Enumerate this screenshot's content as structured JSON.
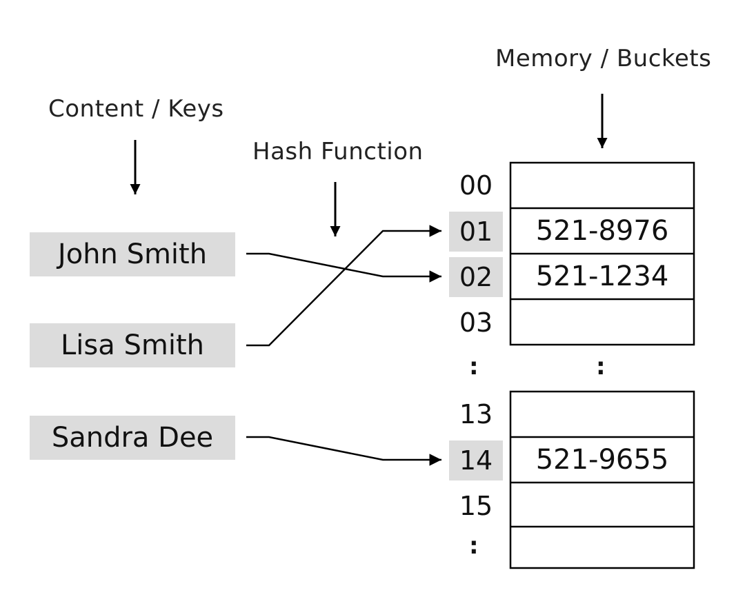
{
  "headers": {
    "keys": "Content / Keys",
    "hash": "Hash Function",
    "buckets": "Memory / Buckets"
  },
  "keys": [
    {
      "label": "John Smith",
      "bucket": "02"
    },
    {
      "label": "Lisa Smith",
      "bucket": "01"
    },
    {
      "label": "Sandra Dee",
      "bucket": "14"
    }
  ],
  "buckets": {
    "group_top": [
      {
        "index": "00",
        "value": "",
        "highlighted": false
      },
      {
        "index": "01",
        "value": "521-8976",
        "highlighted": true
      },
      {
        "index": "02",
        "value": "521-1234",
        "highlighted": true
      },
      {
        "index": "03",
        "value": "",
        "highlighted": false
      }
    ],
    "ellipsis_index": ":",
    "ellipsis_value": ":",
    "group_bottom": [
      {
        "index": "13",
        "value": "",
        "highlighted": false
      },
      {
        "index": "14",
        "value": "521-9655",
        "highlighted": true
      },
      {
        "index": "15",
        "value": "",
        "highlighted": false
      }
    ],
    "trailing_index": ":"
  },
  "colors": {
    "key_fill": "#dcdcdc",
    "line": "#000000",
    "background": "#ffffff"
  }
}
